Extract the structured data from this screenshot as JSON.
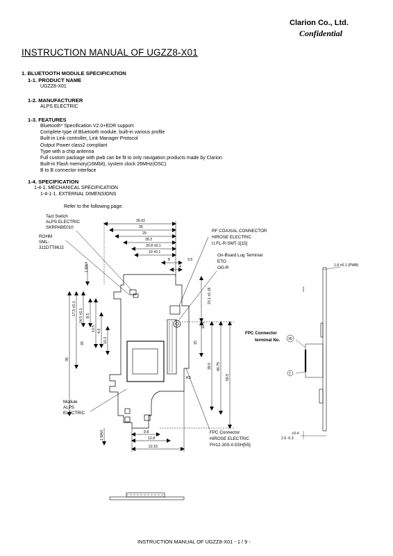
{
  "header": {
    "company": "Clarion Co., Ltd.",
    "confidential": "Confidential"
  },
  "document": {
    "title": "INSTRUCTION MANUAL OF UGZZ8-X01",
    "section1_title": "1. BLUETOOTH MODULE SPECIFICATION",
    "product_name": {
      "heading": "1-1. PRODUCT NAME",
      "value": "UGZZ8-X01"
    },
    "manufacturer": {
      "heading": "1-2. MANUFACTURER",
      "value": "ALPS ELECTRIC"
    },
    "features": {
      "heading": "1-3. FEATURES",
      "items": [
        "Bluetooth* Specification V2.0+EDR support",
        "Complete type of Bluetooth module, built-in various profile",
        "Built-in Link controller, Link Manager Protocol",
        "Output Power class2 compliant",
        "Type with a chip antenna",
        "Full custom package with pwb can be fit to only navigation products made by Clarion",
        "Built-in Flash memory(16Mbit), system clock 26MHz(OSC)",
        "B to B connector interface"
      ]
    },
    "specification": {
      "heading": "1-4. SPECIFICATION",
      "mechanical": "1-4-1. MECHANICAL SPECIFICATION",
      "external": "1-4-1-1. EXTERNAL DIMENSIONS",
      "refer": "Refer to the following page."
    }
  },
  "drawing": {
    "labels": {
      "tact_switch": [
        "Tact Switch",
        "ALPS ELECTRIC",
        "SKRPABE010"
      ],
      "rohm": [
        "ROHM",
        "SML-",
        "311DTT86J2"
      ],
      "rf_connector": [
        "RF COAXIAL CONNECTOR",
        "HIROSE ELECTRIC",
        "U.FL-R-SMT-1[15]"
      ],
      "lug_terminal": [
        "On-Board Lug Terminal",
        "ETO",
        "OG-R"
      ],
      "fpc_terminal": [
        "FPC Connector",
        "terminal No."
      ],
      "module": [
        "Module",
        "ALPS",
        "ELECTRIC"
      ],
      "fpc_connector": [
        "FPC Connector",
        "HIROSE ELECTRIC",
        "FH12-30S-0.5SH[55]"
      ]
    },
    "dims_top": [
      "35.02",
      "35",
      "29",
      "28.2",
      "20.8 ±0.1",
      "19 ±0.1",
      "8",
      "3.5",
      "4"
    ],
    "dims_left": [
      "1 MAX",
      "17.5 ±0.1",
      "14.5 ±0.1",
      "8.5",
      "13.5",
      "4.6",
      "10.3",
      "20",
      "35"
    ],
    "dims_right": [
      "23.1 ±0.15",
      "10.6",
      "15",
      "39.5",
      "40.75",
      "50.5"
    ],
    "dims_bottom": [
      "1 MAX",
      "9.8",
      "12.8",
      "22.15"
    ],
    "radius": "R3",
    "side_dims": [
      "1.6 ±0.1 (PWB)",
      "+0.4",
      "2.5 -0.3"
    ],
    "pin_labels": [
      "30",
      "1"
    ]
  },
  "footer": "INSTRUCTION MANUAL OF UGZZ8-X01 - 1 / 9 -"
}
